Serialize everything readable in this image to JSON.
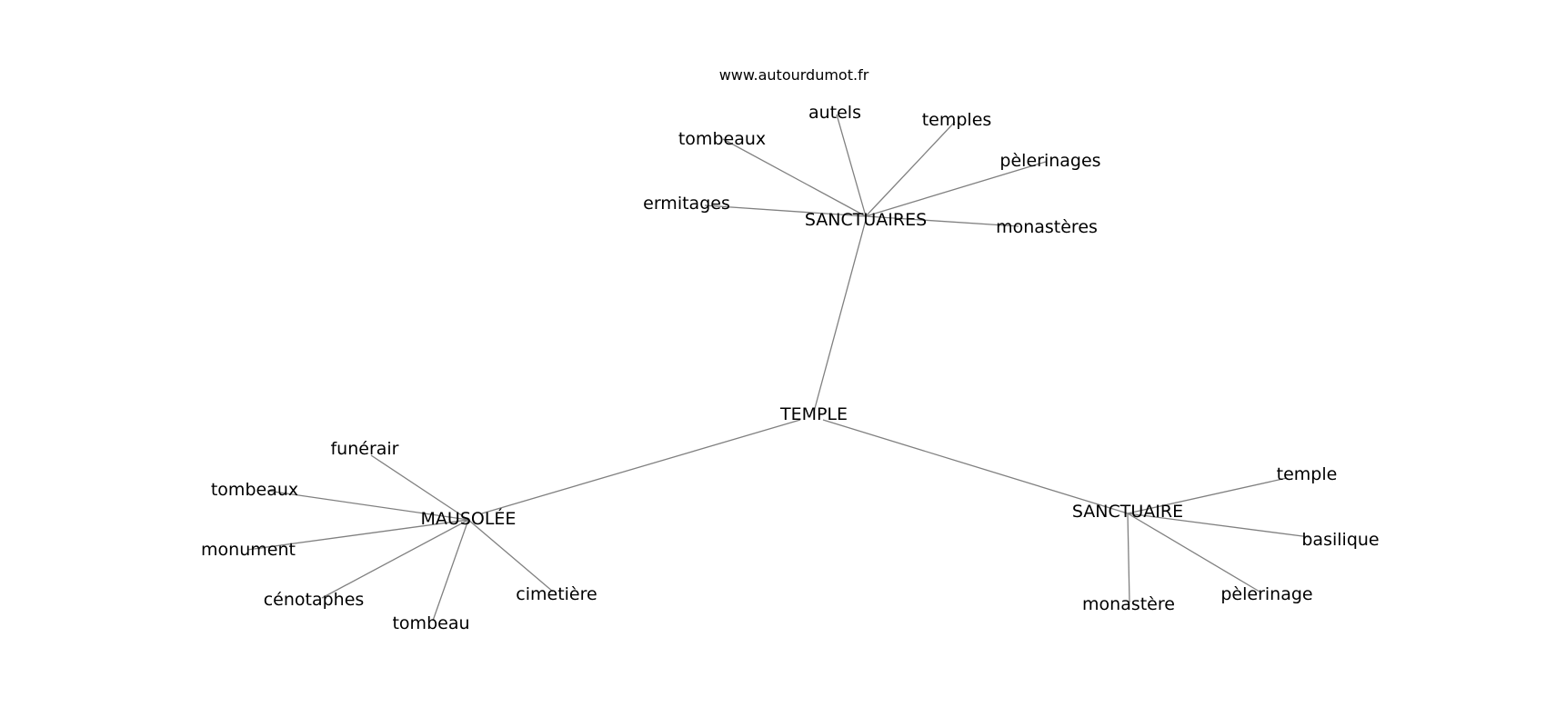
{
  "watermark": "www.autourdumot.fr",
  "graph": {
    "center": "TEMPLE",
    "hubs": {
      "sanctuaires": {
        "label": "SANCTUAIRES",
        "leaves": [
          "autels",
          "temples",
          "tombeaux",
          "pèlerinages",
          "ermitages",
          "monastères"
        ]
      },
      "mausolee": {
        "label": "MAUSOLÉE",
        "leaves": [
          "funérair",
          "tombeaux",
          "monument",
          "cénotaphes",
          "tombeau",
          "cimetière"
        ]
      },
      "sanctuaire": {
        "label": "SANCTUAIRE",
        "leaves": [
          "temple",
          "basilique",
          "pèlerinage",
          "monastère"
        ]
      }
    }
  },
  "colors": {
    "edge": "#808080",
    "text": "#000000",
    "background": "#ffffff"
  }
}
